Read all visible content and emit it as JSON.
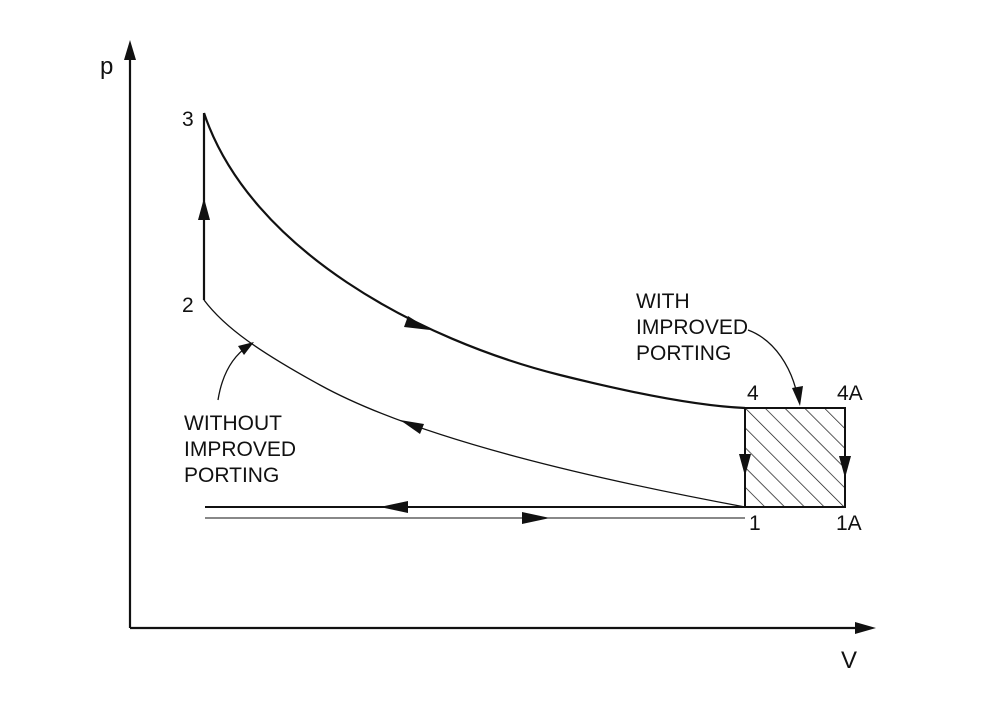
{
  "axes": {
    "y_label": "p",
    "x_label": "V"
  },
  "points": {
    "p1": "1",
    "p1a": "1A",
    "p2": "2",
    "p3": "3",
    "p4": "4",
    "p4a": "4A"
  },
  "annotations": {
    "with": [
      "WITH",
      "IMPROVED",
      "PORTING"
    ],
    "without": [
      "WITHOUT",
      "IMPROVED",
      "PORTING"
    ]
  },
  "colors": {
    "ink": "#111111"
  }
}
